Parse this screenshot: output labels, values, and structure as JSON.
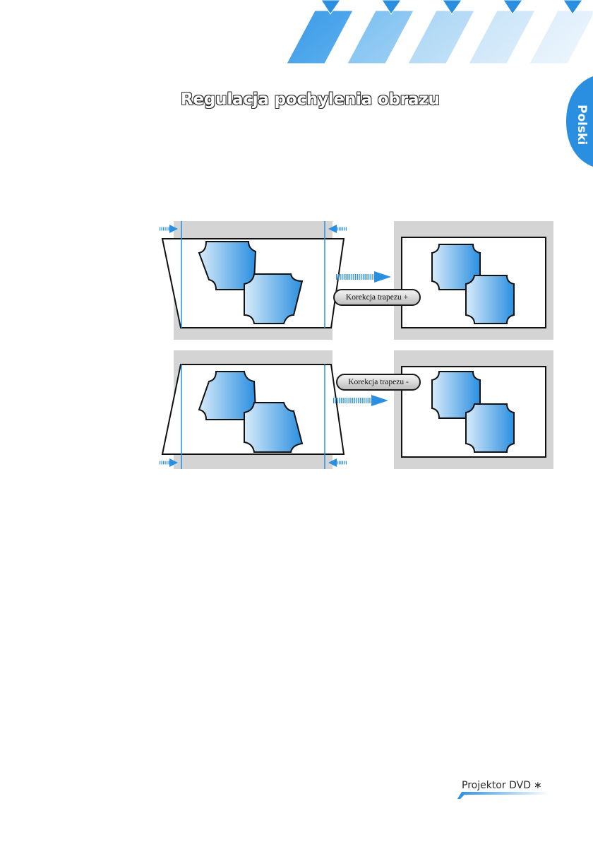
{
  "page": {
    "title": "Regulacja pochylenia obrazu",
    "section_tab": "Polski",
    "footer_label": "Projektor DVD",
    "page_number": "∗"
  },
  "diagram": {
    "keystone_plus_label": "Korekcja trapezu +",
    "keystone_minus_label": "Korekcja trapezu -"
  },
  "colors": {
    "accent": "#2a8fe0",
    "accent_light": "#b9dcf5",
    "screen_gray": "#d4d4d4",
    "outline": "#111111"
  }
}
